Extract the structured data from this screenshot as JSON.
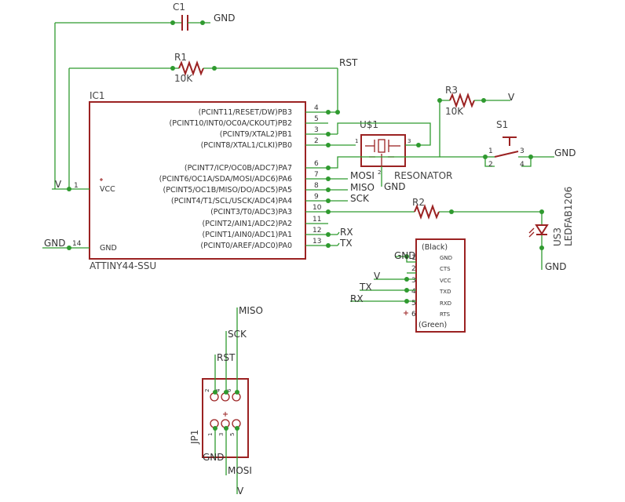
{
  "colors": {
    "symbol": "#9b2222",
    "wire": "#2f9a2f",
    "text": "#333333",
    "background": "#ffffff"
  },
  "parts": {
    "c1": {
      "name": "C1"
    },
    "r1": {
      "name": "R1",
      "value": "10K"
    },
    "r2": {
      "name": "R2"
    },
    "r3": {
      "name": "R3",
      "value": "10K"
    },
    "ic1": {
      "name": "IC1",
      "value": "ATTINY44-SSU"
    },
    "us1": {
      "name": "U$1",
      "value": "RESONATOR"
    },
    "s1": {
      "name": "S1"
    },
    "us3": {
      "name": "US3",
      "value": "LEDFAB1206"
    },
    "jp1": {
      "name": "JP1"
    }
  },
  "ic1": {
    "left_pins": [
      {
        "num": "1",
        "label": "VCC"
      },
      {
        "num": "14",
        "label": "GND"
      }
    ],
    "right_pins": [
      {
        "num": "4",
        "label": "(PCINT11/RESET/DW)PB3"
      },
      {
        "num": "5",
        "label": "(PCINT10/INT0/OC0A/CKOUT)PB2"
      },
      {
        "num": "3",
        "label": "(PCINT9/XTAL2)PB1"
      },
      {
        "num": "2",
        "label": "(PCINT8/XTAL1/CLKI)PB0"
      },
      {
        "num": "6",
        "label": "(PCINT7/ICP/OC0B/ADC7)PA7"
      },
      {
        "num": "7",
        "label": "(PCINT6/OC1A/SDA/MOSI/ADC6)PA6"
      },
      {
        "num": "8",
        "label": "(PCINT5/OC1B/MISO/DO/ADC5)PA5"
      },
      {
        "num": "9",
        "label": "(PCINT4/T1/SCL/USCK/ADC4)PA4"
      },
      {
        "num": "10",
        "label": "(PCINT3/T0/ADC3)PA3"
      },
      {
        "num": "11",
        "label": "(PCINT2/AIN1/ADC2)PA2"
      },
      {
        "num": "12",
        "label": "(PCINT1/AIN0/ADC1)PA1"
      },
      {
        "num": "13",
        "label": "(PCINT0/AREF/ADC0)PA0"
      }
    ]
  },
  "nets": {
    "gnd": "GND",
    "v": "V",
    "rst": "RST",
    "mosi": "MOSI",
    "miso": "MISO",
    "sck": "SCK",
    "rx": "RX",
    "tx": "TX"
  },
  "resonator_pins": {
    "p1": "1",
    "p2": "2",
    "p3": "3"
  },
  "switch_pins": {
    "p1": "1",
    "p2": "2",
    "p3": "3",
    "p4": "4"
  },
  "ftdi": {
    "top_label": "(Black)",
    "bottom_label": "(Green)",
    "pins": [
      {
        "num": "1",
        "label": "GND"
      },
      {
        "num": "2",
        "label": "CTS"
      },
      {
        "num": "3",
        "label": "VCC"
      },
      {
        "num": "4",
        "label": "TXD"
      },
      {
        "num": "5",
        "label": "RXD"
      },
      {
        "num": "6",
        "label": "RTS"
      }
    ]
  },
  "jp1_pins": {
    "p1": "1",
    "p2": "2",
    "p3": "3",
    "p4": "4",
    "p5": "5",
    "p6": "6"
  }
}
